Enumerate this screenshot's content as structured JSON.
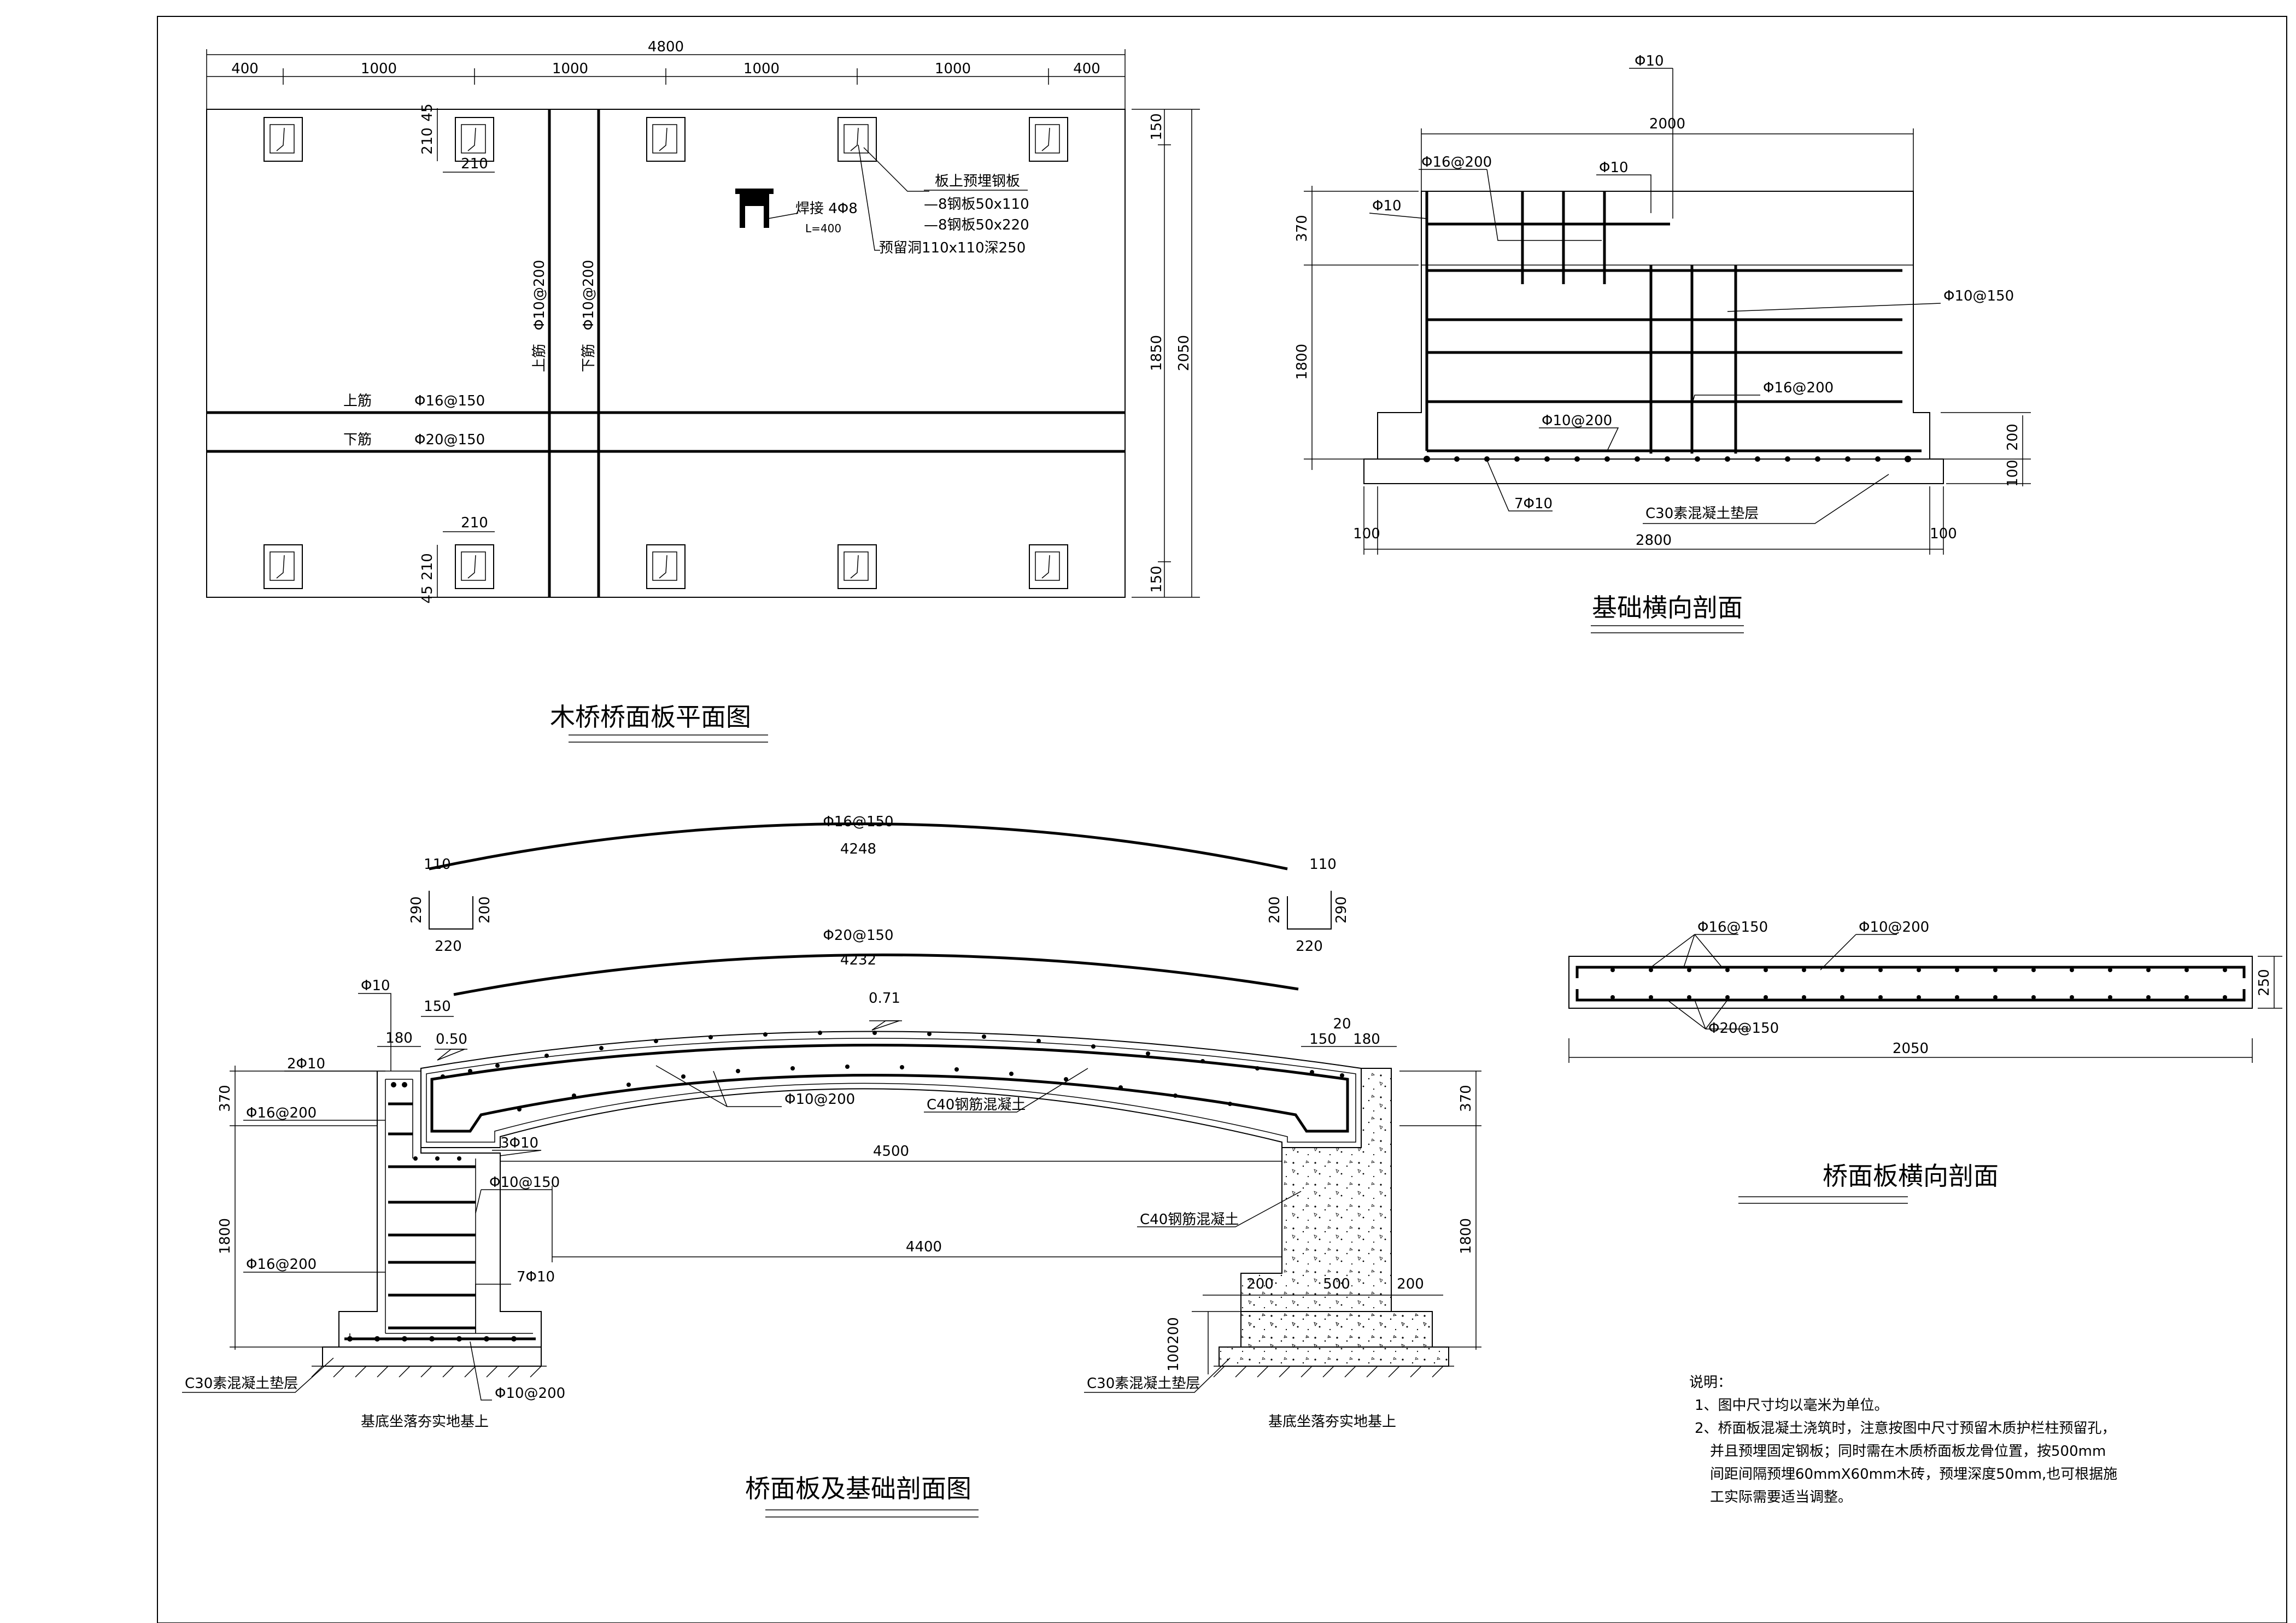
{
  "plan": {
    "title": "木桥桥面板平面图",
    "dims_top": [
      "400",
      "1000",
      "1000",
      "1000",
      "1000",
      "400"
    ],
    "total_width": "4800",
    "dims_right": [
      "150",
      "1850",
      "150"
    ],
    "total_height": "2050",
    "box_w": "210",
    "box_h": "210",
    "offset": "45",
    "weld_label": "焊接 4Φ8",
    "weld_length": "L=400",
    "embed_plate": "板上预埋钢板",
    "plate1": "—8钢板50x110",
    "plate2": "—8钢板50x220",
    "reserved_hole": "预留洞110x110深250",
    "rebar_top_v": "Φ10@200",
    "rebar_bot_v": "Φ10@200",
    "top_bar": "上筋",
    "bottom_bar": "下筋",
    "rebar_top_h": "Φ16@150",
    "rebar_bot_h": "Φ20@150"
  },
  "foundation": {
    "title": "基础横向剖面",
    "top_rebar": "Φ10",
    "width_top": "2000",
    "rebar_a": "Φ16@200",
    "rebar_b": "Φ10",
    "rebar_c": "Φ10",
    "rebar_d": "Φ10@150",
    "rebar_e": "Φ16@200",
    "rebar_f": "Φ10@200",
    "h1": "370",
    "h2": "1800",
    "h3": "200",
    "h4": "100",
    "bottom_bars": "7Φ10",
    "cushion": "C30素混凝土垫层",
    "base_left": "100",
    "base_width": "2800",
    "base_right": "100"
  },
  "section": {
    "title": "桥面板及基础剖面图",
    "top_rebar": "Φ16@150",
    "top_len": "4248",
    "end_top": "110",
    "end_h": "290",
    "end_in": "200",
    "end_bot": "220",
    "bot_rebar": "Φ20@150",
    "bot_len": "4232",
    "rise": "0.71",
    "lvl": "0.50",
    "phi10": "Φ10",
    "w180": "180",
    "w150": "150",
    "w20": "20",
    "two_phi10": "2Φ10",
    "h370": "370",
    "phi16_200": "Φ16@200",
    "phi10_200": "Φ10@200",
    "c40_top": "C40钢筋混凝土",
    "three_phi10": "3Φ10",
    "span_top": "4500",
    "phi10_150": "Φ10@150",
    "c40_right": "C40钢筋混凝土",
    "h1800": "1800",
    "phi16_200b": "Φ16@200",
    "span_bot": "4400",
    "seven_phi10": "7Φ10",
    "w200a": "200",
    "w500": "500",
    "w200b": "200",
    "h200": "200",
    "h100": "100",
    "cushion_left": "C30素混凝土垫层",
    "phi10_200b": "Φ10@200",
    "cushion_right": "C30素混凝土垫层",
    "ground_left": "基底坐落夯实地基上",
    "ground_right": "基底坐落夯实地基上"
  },
  "deck_section": {
    "title": "桥面板横向剖面",
    "top_a": "Φ16@150",
    "top_b": "Φ10@200",
    "bottom": "Φ20@150",
    "thick": "250",
    "width": "2050"
  },
  "notes": {
    "heading": "说明：",
    "line1": "1、图中尺寸均以毫米为单位。",
    "line2": "2、桥面板混凝土浇筑时，注意按图中尺寸预留木质护栏柱预留孔，",
    "line3": "并且预埋固定钢板；同时需在木质桥面板龙骨位置，按500mm",
    "line4": "间距间隔预埋60mmX60mm木砖，预埋深度50mm,也可根据施",
    "line5": "工实际需要适当调整。"
  }
}
